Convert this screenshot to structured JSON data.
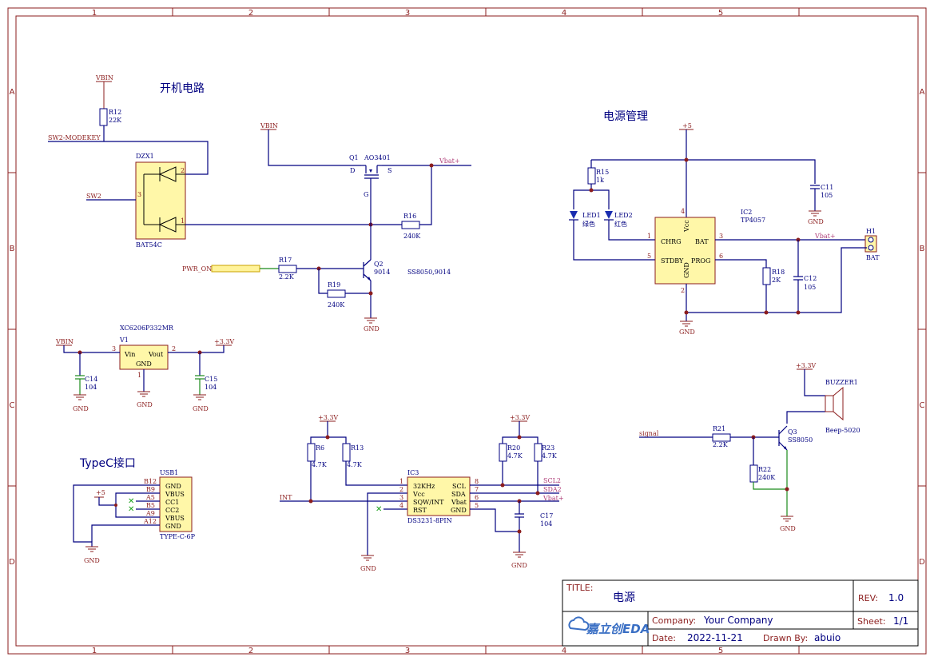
{
  "sheet": {
    "col_labels": [
      "1",
      "2",
      "3",
      "4",
      "5"
    ],
    "row_labels": [
      "A",
      "B",
      "C",
      "D"
    ]
  },
  "sections": {
    "power_on": "开机电路",
    "power_mgmt": "电源管理",
    "typec": "TypeC接口"
  },
  "nets": {
    "vbin": "VBIN",
    "sw2_modekey": "SW2-MODEKEY",
    "sw2": "SW2",
    "vbat": "Vbat+",
    "pwr_on": "PWR_ON",
    "plus5": "+5",
    "plus33": "+3.3V",
    "gnd": "GND",
    "int": "INT",
    "scl2": "SCL2",
    "sda2": "SDA2",
    "signal": "signal"
  },
  "parts": {
    "r12": {
      "ref": "R12",
      "val": "22K"
    },
    "dzx1": {
      "ref": "DZX1",
      "val": "BAT54C",
      "pin2": "2",
      "pin3": "3",
      "pin1": "1"
    },
    "q1": {
      "ref": "Q1",
      "val": "AO3401",
      "d": "D",
      "s": "S",
      "g": "G"
    },
    "r16": {
      "ref": "R16",
      "val": "240K"
    },
    "r17": {
      "ref": "R17",
      "val": "2.2K"
    },
    "r19": {
      "ref": "R19",
      "val": "240K"
    },
    "q2": {
      "ref": "Q2",
      "val": "9014",
      "note": "SS8050,9014"
    },
    "r15": {
      "ref": "R15",
      "val": "1k"
    },
    "led1": {
      "ref": "LED1",
      "val": "绿色"
    },
    "led2": {
      "ref": "LED2",
      "val": "红色"
    },
    "ic2": {
      "ref": "IC2",
      "val": "TP4057",
      "chrg": "CHRG",
      "stdby": "STDBY",
      "bat": "BAT",
      "prog": "PROG",
      "vcc": "Vcc",
      "gnd": "GND",
      "p1": "1",
      "p5": "5",
      "p3": "3",
      "p6": "6",
      "p4": "4",
      "p2": "2"
    },
    "c11": {
      "ref": "C11",
      "val": "105"
    },
    "r18": {
      "ref": "R18",
      "val": "2K"
    },
    "c12": {
      "ref": "C12",
      "val": "105"
    },
    "h1": {
      "ref": "H1",
      "val": "BAT"
    },
    "v1": {
      "ref": "V1",
      "val": "XC6206P332MR",
      "vin": "Vin",
      "vout": "Vout",
      "gnd": "GND",
      "p3": "3",
      "p2": "2",
      "p1": "1"
    },
    "c14": {
      "ref": "C14",
      "val": "104"
    },
    "c15": {
      "ref": "C15",
      "val": "104"
    },
    "buzzer": {
      "ref": "BUZZER1",
      "val": "Beep-5020"
    },
    "q3": {
      "ref": "Q3",
      "val": "SS8050"
    },
    "r21": {
      "ref": "R21",
      "val": "2.2K"
    },
    "r22": {
      "ref": "R22",
      "val": "240K"
    },
    "r6": {
      "ref": "R6",
      "val": "4.7K"
    },
    "r13": {
      "ref": "R13",
      "val": "4.7K"
    },
    "r20": {
      "ref": "R20",
      "val": "4.7K"
    },
    "r23": {
      "ref": "R23",
      "val": "4.7K"
    },
    "c17": {
      "ref": "C17",
      "val": "104"
    },
    "ic3": {
      "ref": "IC3",
      "val": "DS3231-8PIN",
      "p1n": "32KHz",
      "p2n": "Vcc",
      "p3n": "SQW/INT",
      "p4n": "RST",
      "p8n": "SCL",
      "p7n": "SDA",
      "p6n": "Vbat",
      "p5n": "GND",
      "p1": "1",
      "p2": "2",
      "p3": "3",
      "p4": "4",
      "p8": "8",
      "p7": "7",
      "p6": "6",
      "p5": "5"
    },
    "usb1": {
      "ref": "USB1",
      "val": "TYPE-C-6P",
      "pins": [
        "B12",
        "B9",
        "A5",
        "B5",
        "A9",
        "A12"
      ],
      "names": [
        "GND",
        "VBUS",
        "CC1",
        "CC2",
        "VBUS",
        "GND"
      ]
    }
  },
  "title_block": {
    "title_label": "TITLE:",
    "title": "电源",
    "rev_label": "REV:",
    "rev": "1.0",
    "company_label": "Company:",
    "company": "Your Company",
    "sheet_label": "Sheet:",
    "sheet": "1/1",
    "date_label": "Date:",
    "date": "2022-11-21",
    "drawn_label": "Drawn By:",
    "drawn": "abuio",
    "logo": "嘉立创EDA"
  }
}
